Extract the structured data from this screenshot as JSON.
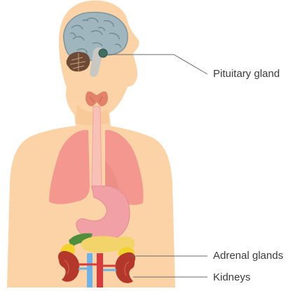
{
  "labels": {
    "pituitary": "Pituitary gland",
    "adrenal": "Adrenal glands",
    "kidneys": "Kidneys"
  },
  "colors": {
    "skin": "#fbd3a6",
    "skin_shadow": "#f6c38f",
    "brain": "#9fb6bf",
    "brain_fold": "#6f8994",
    "cerebellum": "#6d4a36",
    "thyroid": "#e2826b",
    "esophagus": "#f4a8a0",
    "lungs": "#f3978f",
    "stomach": "#f1a0a6",
    "pancreas": "#f3d46a",
    "adrenal": "#f2d22c",
    "kidney": "#b3382b",
    "liver_edge": "#4f8e3c",
    "aorta": "#d83b3b",
    "vein": "#6fb2e6",
    "leader_line": "#6b6b6b"
  },
  "icons": [
    "human-torso-figure",
    "brain-icon",
    "thyroid-icon",
    "lungs-icon",
    "stomach-icon",
    "kidney-icon",
    "adrenal-gland-icon"
  ]
}
